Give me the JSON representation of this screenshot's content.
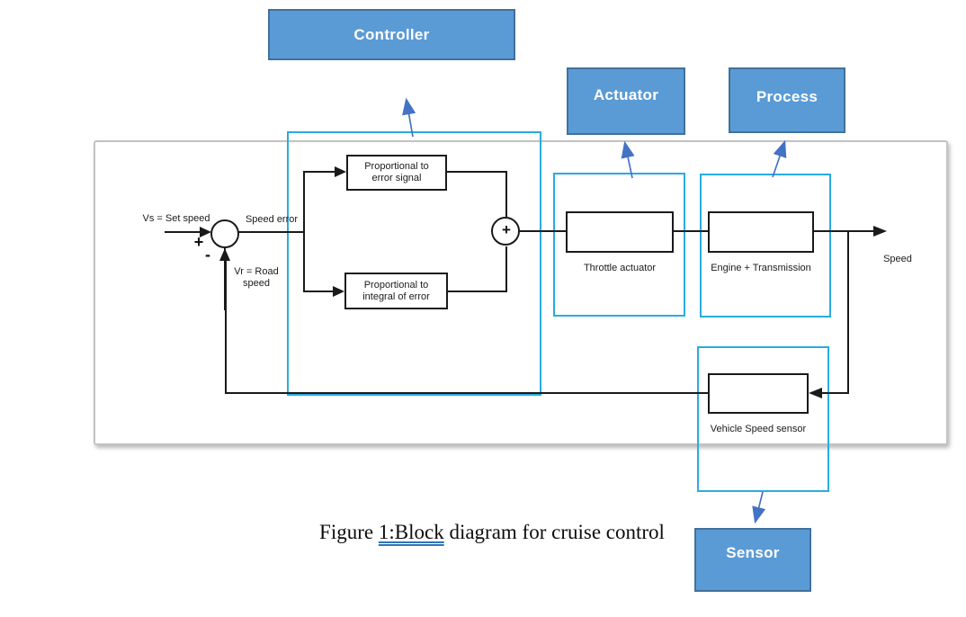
{
  "figure": {
    "caption_prefix": "Figure ",
    "caption_underlined": "1:Block",
    "caption_suffix": " diagram for cruise control"
  },
  "annotations": {
    "controller": "Controller",
    "actuator": "Actuator",
    "process": "Process",
    "sensor": "Sensor"
  },
  "blocks": {
    "proportional_error": "Proportional to\nerror signal",
    "proportional_integral": "Proportional to\nintegral of error",
    "throttle": "Throttle actuator",
    "engine": "Engine + Transmission",
    "speed_sensor": "Vehicle Speed sensor"
  },
  "signals": {
    "set_speed": "Vs = Set speed",
    "speed_error": "Speed error",
    "road_speed": "Vr = Road\nspeed",
    "output_speed": "Speed",
    "sum_plus": "+",
    "sum_minus": "-",
    "sum2_plus": "+"
  },
  "colors": {
    "annotation_fill": "#5b9bd5",
    "annotation_border": "#41719c",
    "highlight_outline": "#29abe2",
    "diagram_line": "#1a1a1a",
    "annotation_arrow": "#4472c4",
    "frame_border": "#c3c3c3"
  }
}
